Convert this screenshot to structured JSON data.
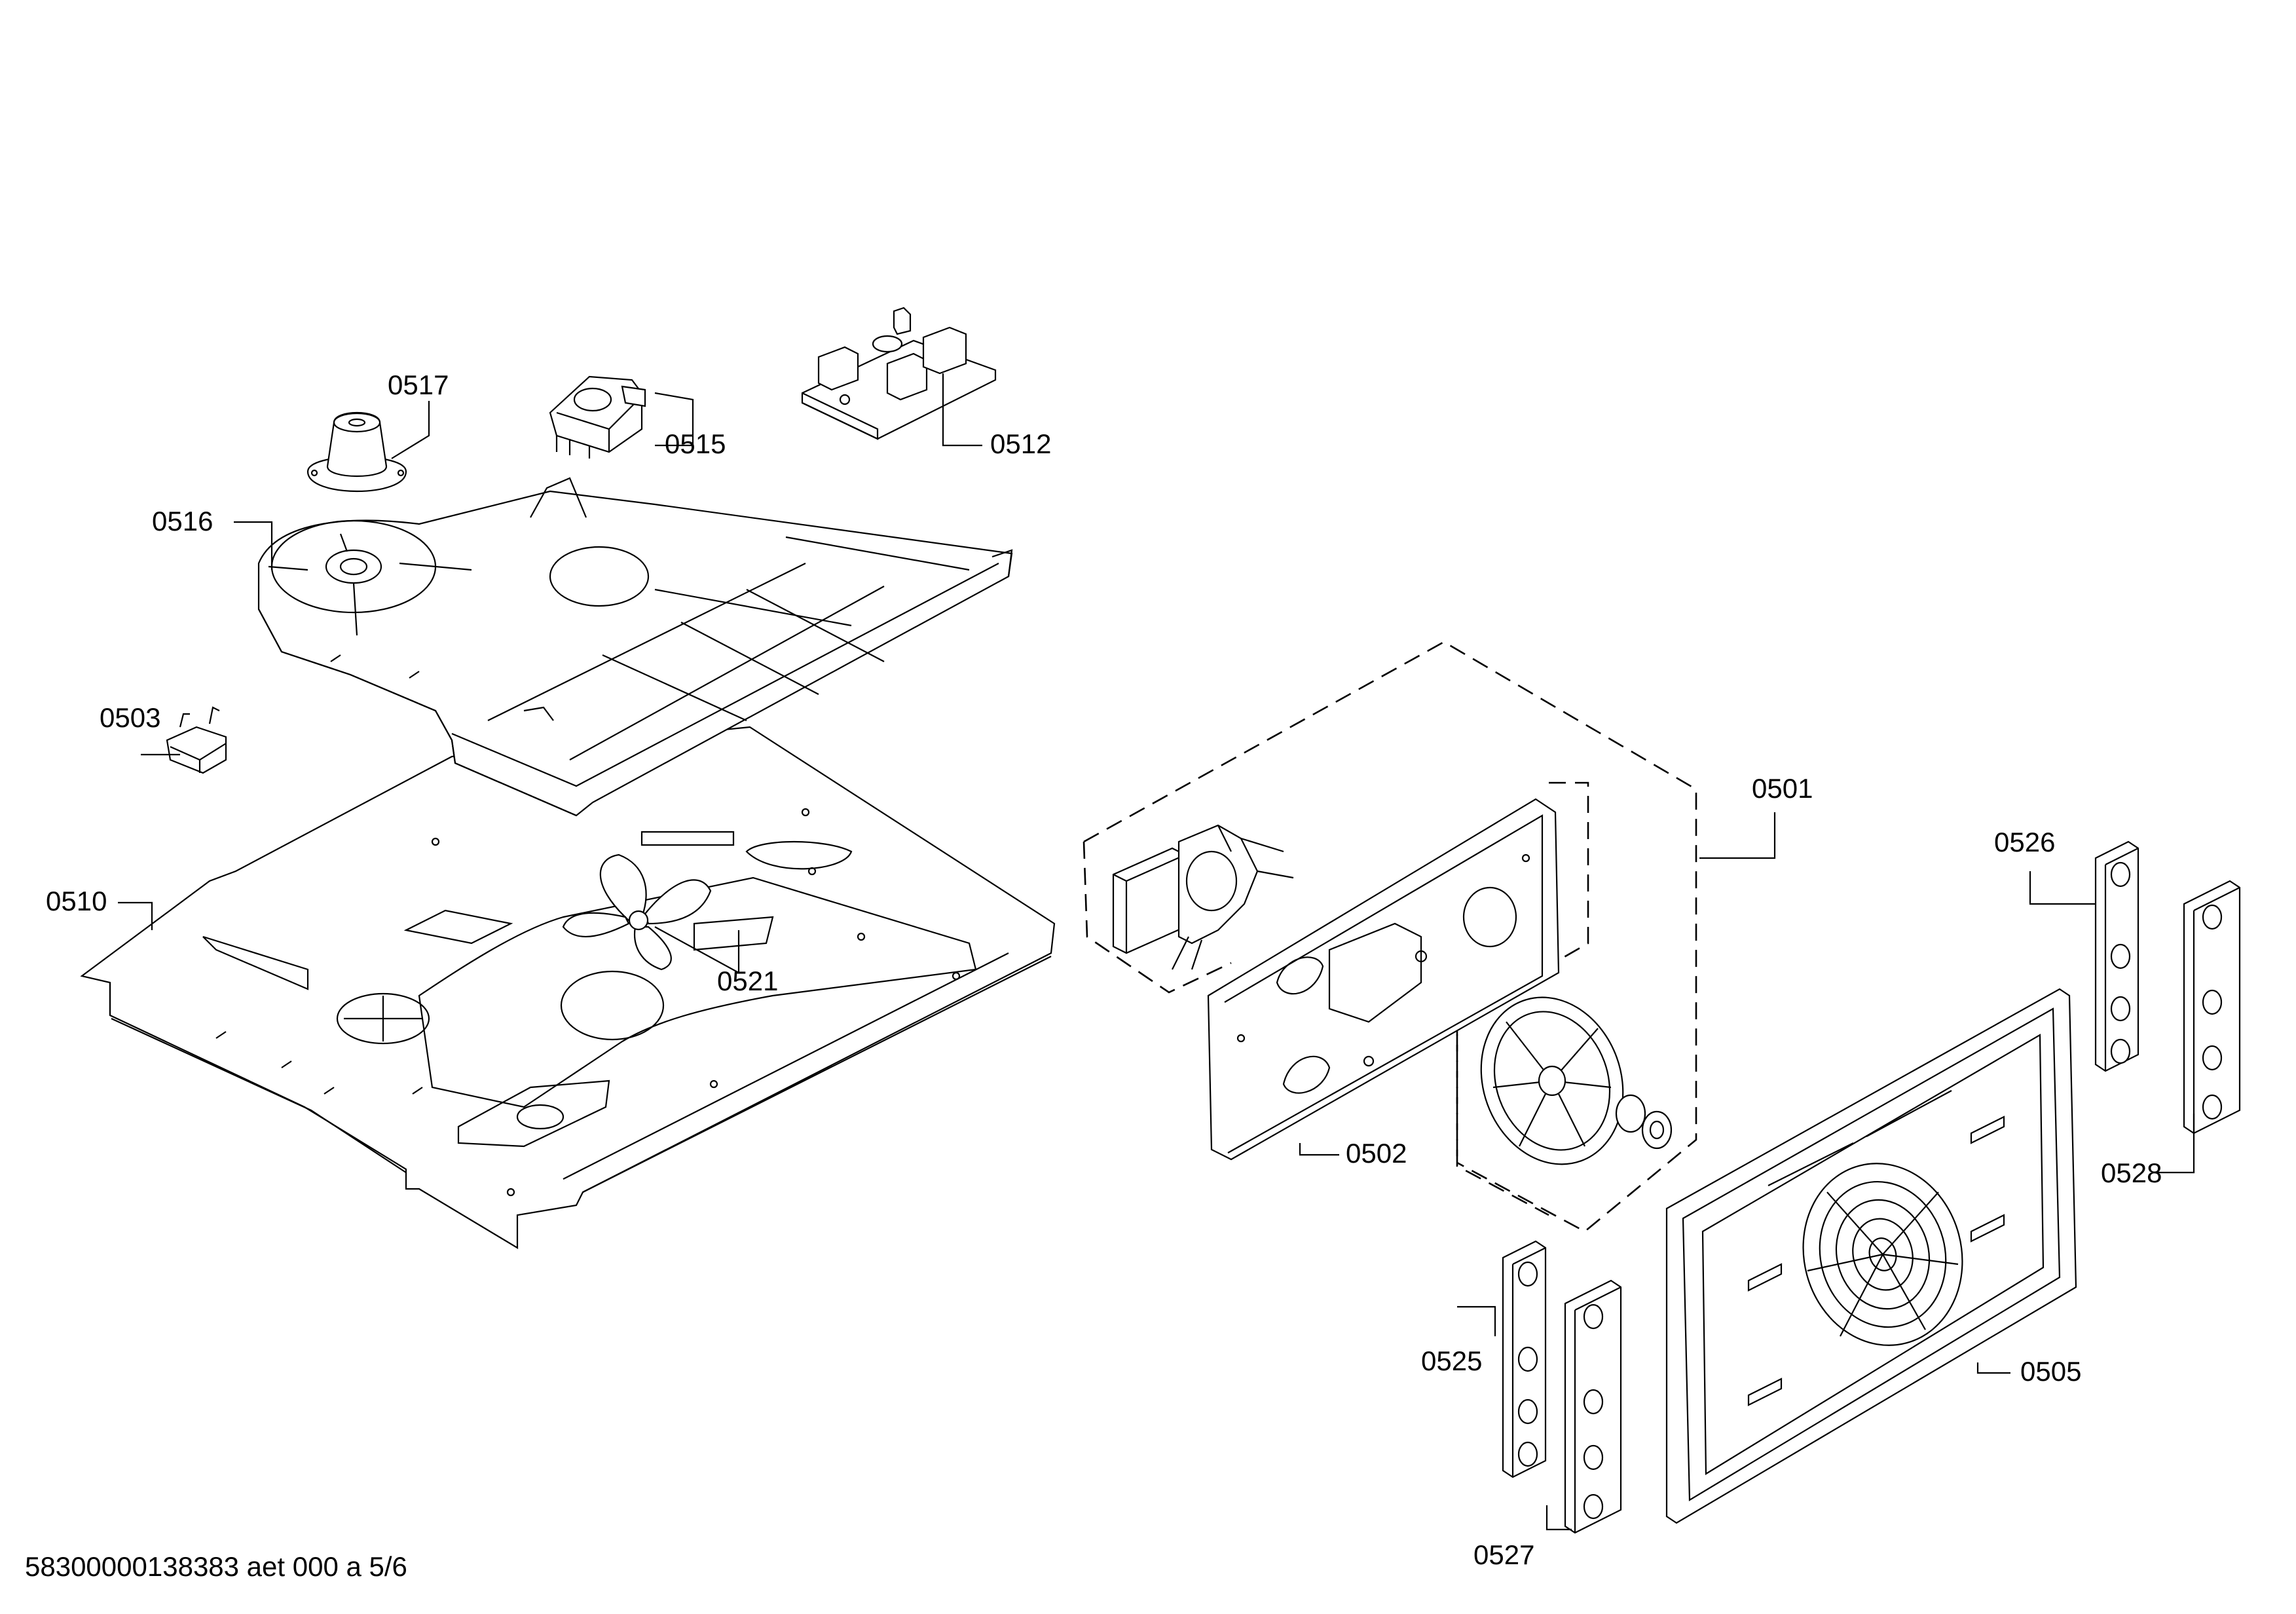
{
  "diagram": {
    "labels": {
      "p0501": "0501",
      "p0502": "0502",
      "p0503": "0503",
      "p0505": "0505",
      "p0510": "0510",
      "p0512": "0512",
      "p0515": "0515",
      "p0516": "0516",
      "p0517": "0517",
      "p0521": "0521",
      "p0525": "0525",
      "p0526": "0526",
      "p0527": "0527",
      "p0528": "0528"
    },
    "footer": "58300000138383 aet 000 a 5/6"
  }
}
